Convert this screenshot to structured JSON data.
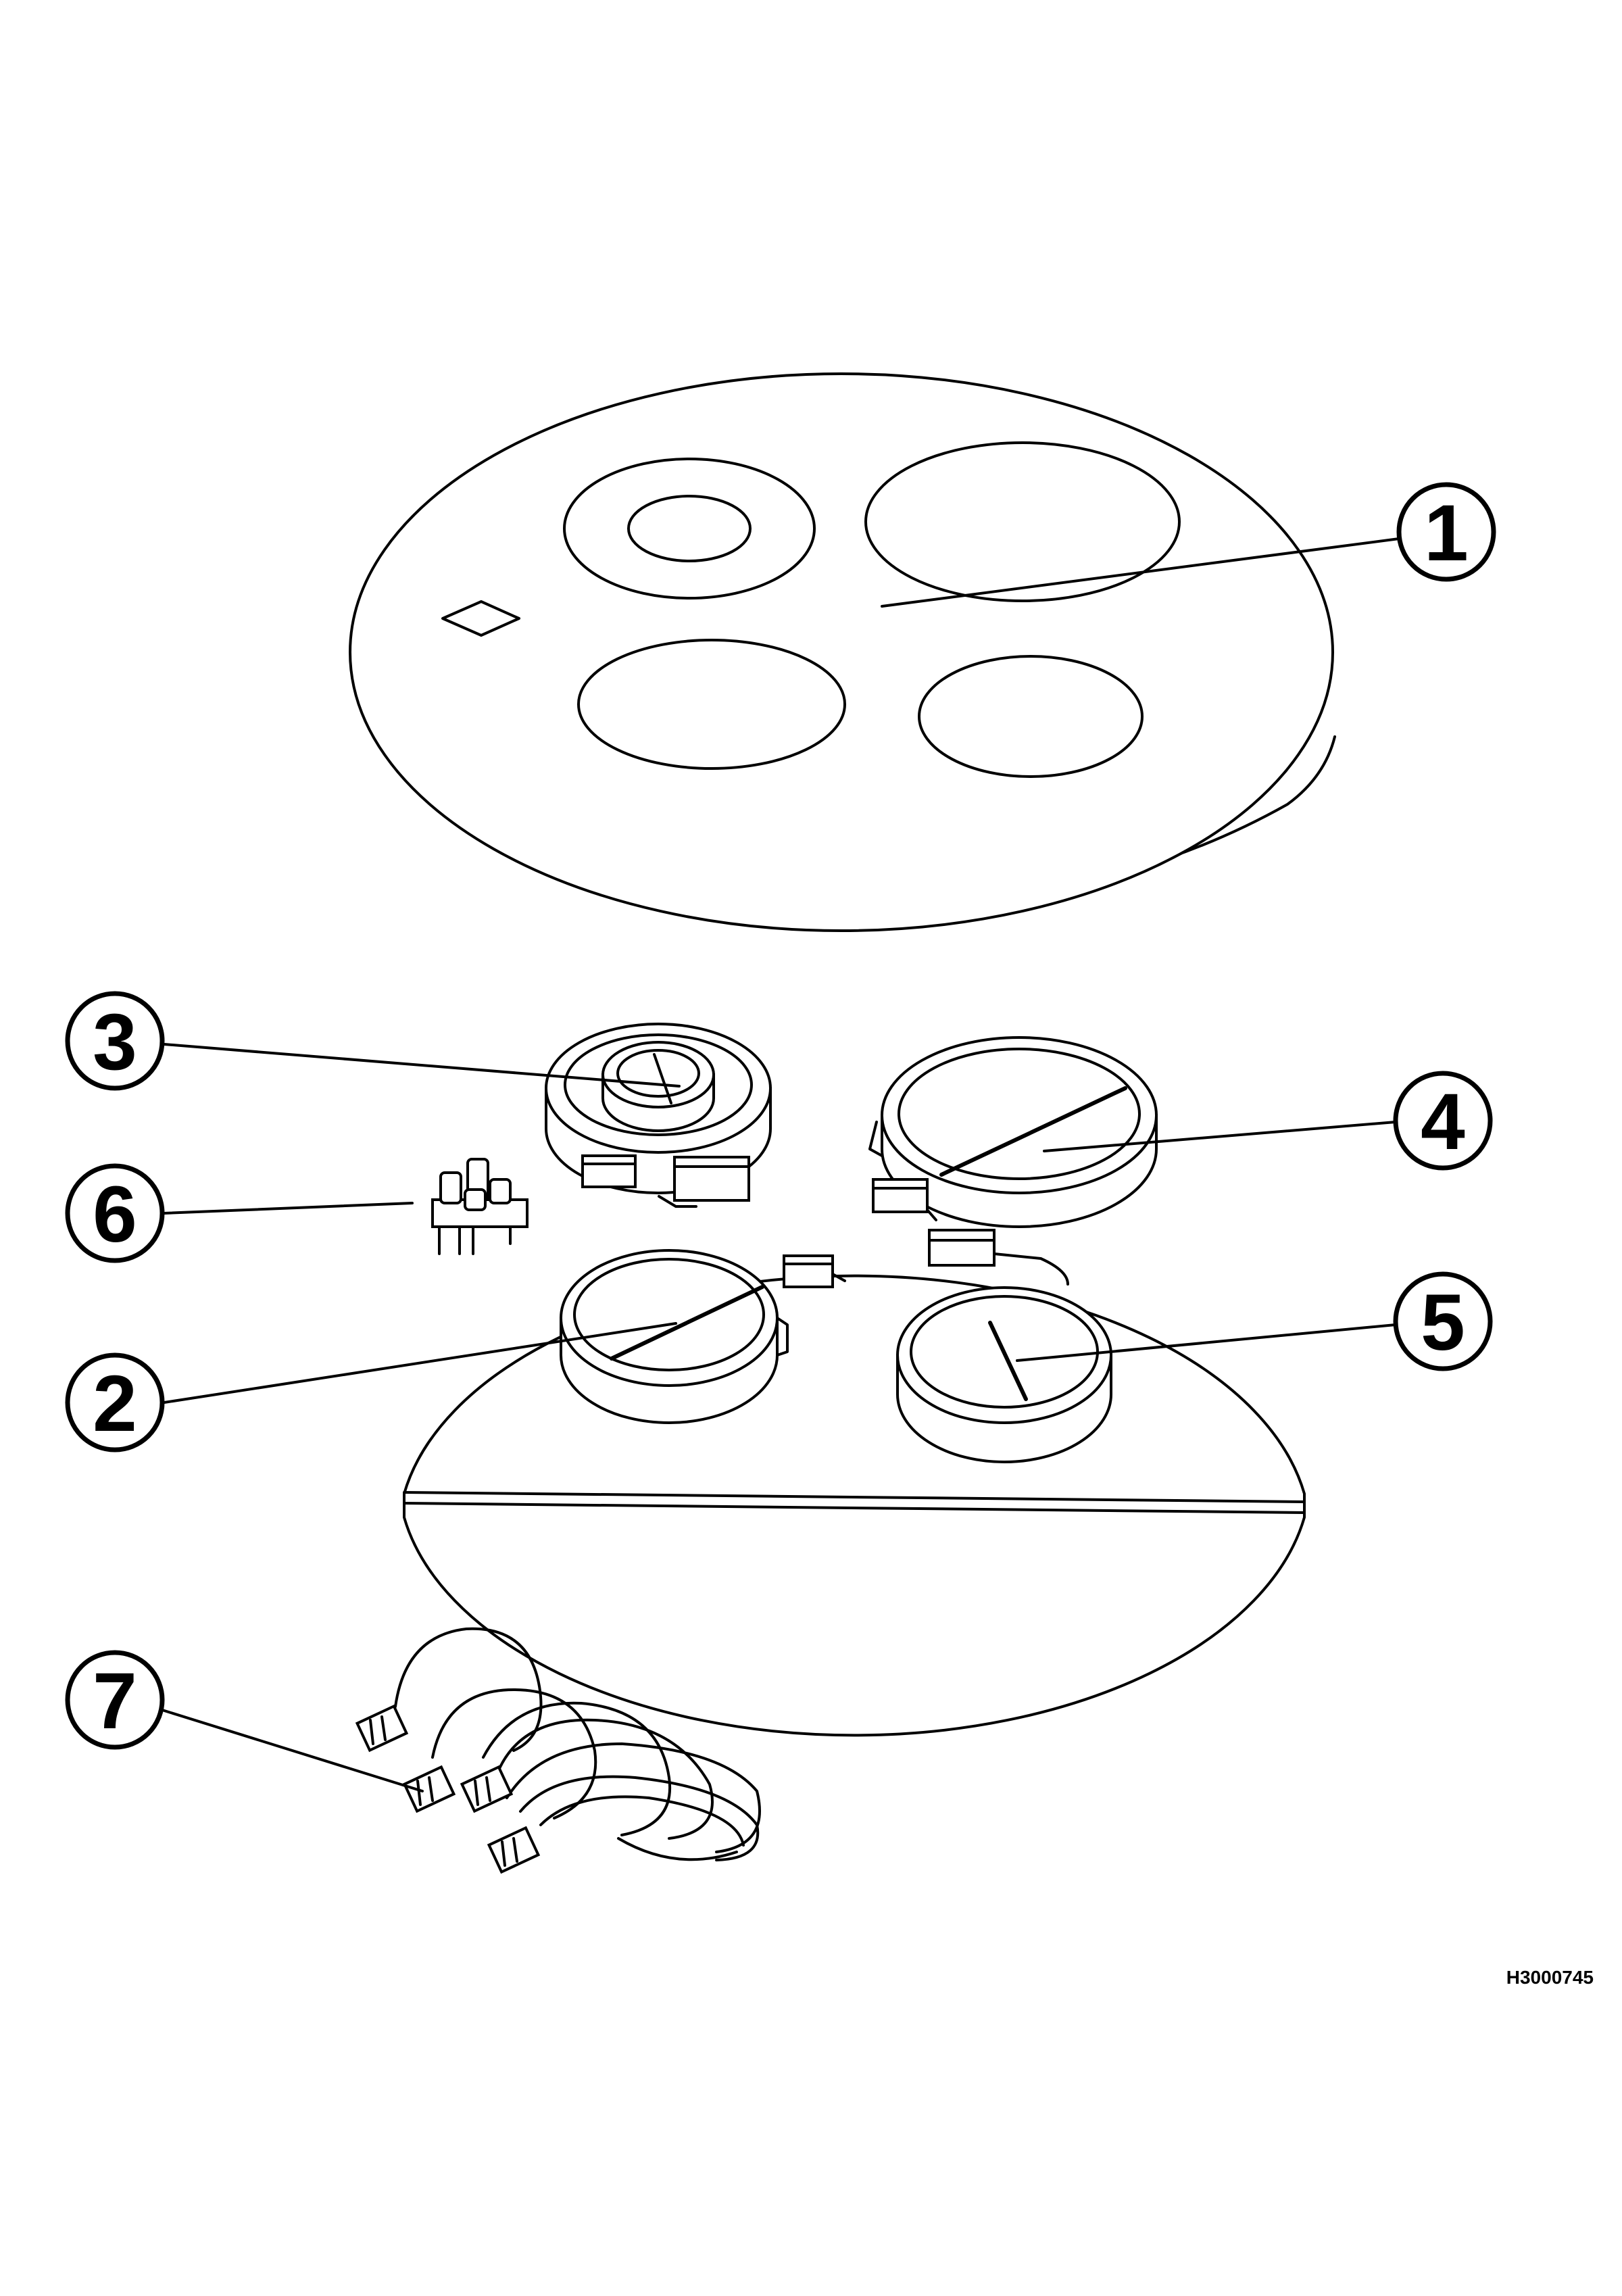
{
  "callouts": [
    {
      "id": "1",
      "label": "1"
    },
    {
      "id": "2",
      "label": "2"
    },
    {
      "id": "3",
      "label": "3"
    },
    {
      "id": "4",
      "label": "4"
    },
    {
      "id": "5",
      "label": "5"
    },
    {
      "id": "6",
      "label": "6"
    },
    {
      "id": "7",
      "label": "7"
    }
  ],
  "drawing_reference": "H3000745"
}
